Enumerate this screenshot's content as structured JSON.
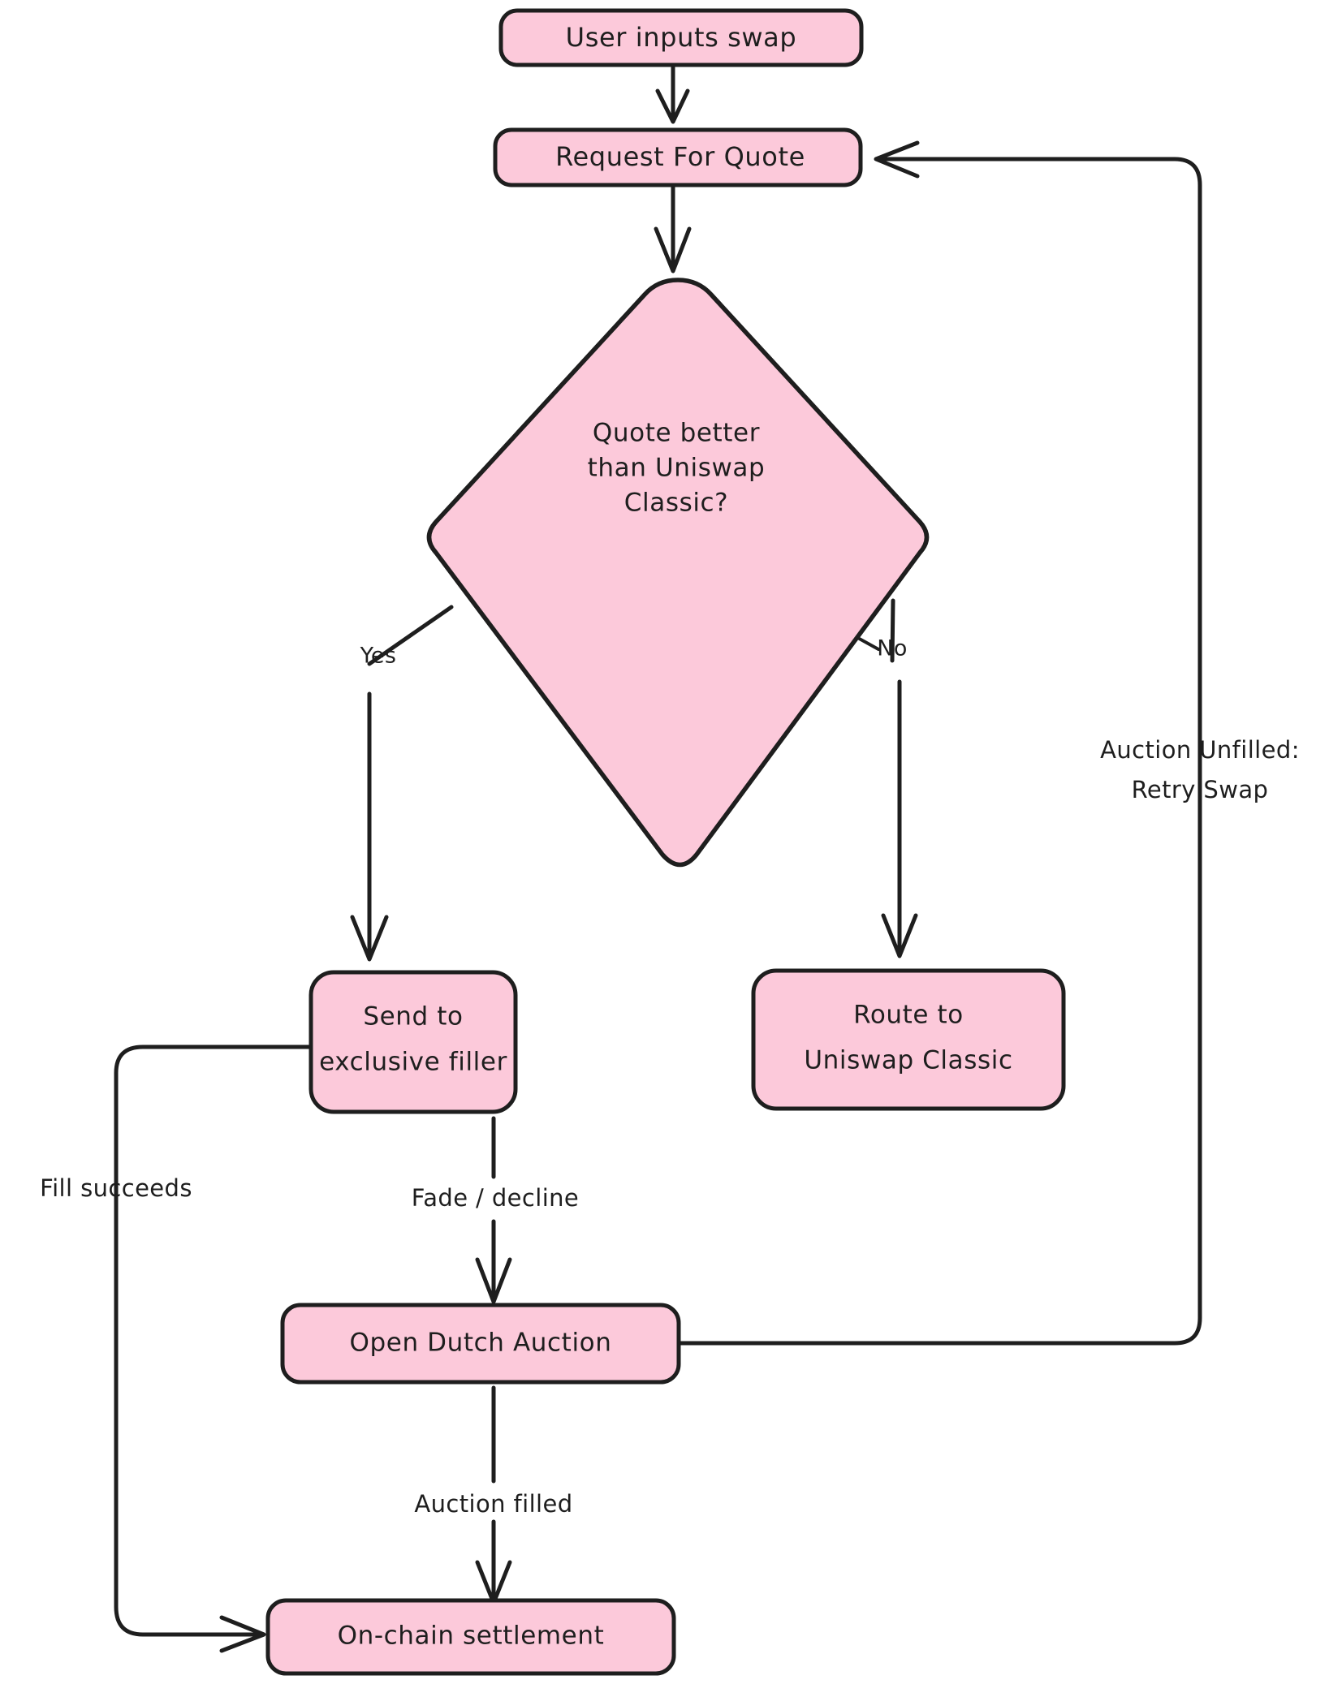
{
  "diagram": {
    "type": "flowchart",
    "title": "Swap routing flow",
    "colors": {
      "node_fill": "#fcc9da",
      "node_stroke": "#1e1e1e",
      "edge_stroke": "#1e1e1e",
      "text": "#1e1e1e",
      "background": "#ffffff"
    },
    "nodes": [
      {
        "id": "user_input",
        "shape": "rounded-rect",
        "lines": [
          "User inputs swap"
        ]
      },
      {
        "id": "rfq",
        "shape": "rounded-rect",
        "lines": [
          "Request For Quote"
        ]
      },
      {
        "id": "decision",
        "shape": "diamond",
        "lines": [
          "Quote better",
          "than Uniswap",
          "Classic?"
        ]
      },
      {
        "id": "exclusive",
        "shape": "rounded-rect",
        "lines": [
          "Send to",
          "exclusive filler"
        ]
      },
      {
        "id": "classic",
        "shape": "rounded-rect",
        "lines": [
          "Route to",
          "Uniswap Classic"
        ]
      },
      {
        "id": "auction",
        "shape": "rounded-rect",
        "lines": [
          "Open Dutch Auction"
        ]
      },
      {
        "id": "settlement",
        "shape": "rounded-rect",
        "lines": [
          "On-chain settlement"
        ]
      }
    ],
    "edges": [
      {
        "id": "e1",
        "from": "user_input",
        "to": "rfq",
        "label": ""
      },
      {
        "id": "e2",
        "from": "rfq",
        "to": "decision",
        "label": ""
      },
      {
        "id": "e3",
        "from": "decision",
        "to": "exclusive",
        "label": "Yes"
      },
      {
        "id": "e4",
        "from": "decision",
        "to": "classic",
        "label": "No"
      },
      {
        "id": "e5",
        "from": "exclusive",
        "to": "auction",
        "label": "Fade / decline"
      },
      {
        "id": "e6",
        "from": "auction",
        "to": "settlement",
        "label": "Auction filled"
      },
      {
        "id": "e7",
        "from": "exclusive",
        "to": "settlement",
        "label": "Fill succeeds"
      },
      {
        "id": "e8",
        "from": "auction",
        "to": "rfq",
        "label": "Auction Unfilled:\nRetry Swap"
      }
    ],
    "node_text": {
      "user_input": "User inputs swap",
      "rfq": "Request For Quote",
      "decision_l1": "Quote better",
      "decision_l2": "than Uniswap",
      "decision_l3": "Classic?",
      "exclusive_l1": "Send to",
      "exclusive_l2": "exclusive filler",
      "classic_l1": "Route to",
      "classic_l2": "Uniswap Classic",
      "auction": "Open Dutch Auction",
      "settlement": "On-chain settlement"
    },
    "edge_text": {
      "yes": "Yes",
      "no": "No",
      "fade_decline": "Fade / decline",
      "auction_filled": "Auction filled",
      "fill_succeeds": "Fill succeeds",
      "retry_l1": "Auction Unfilled:",
      "retry_l2": "Retry Swap"
    }
  }
}
